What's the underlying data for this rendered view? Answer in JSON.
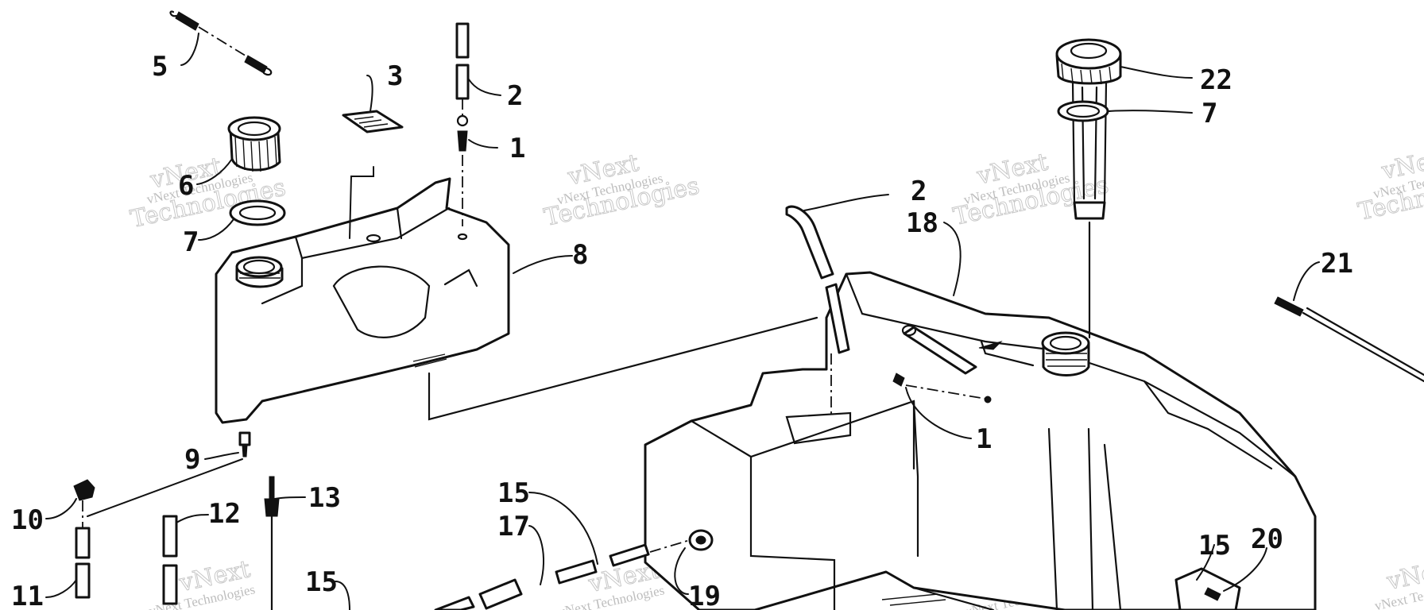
{
  "watermark": {
    "small": "vNext Technologies",
    "large_top": "vNext",
    "large_bottom": "Technologies"
  },
  "callouts": {
    "c1a": "1",
    "c1b": "1",
    "c2a": "2",
    "c2b": "2",
    "c3": "3",
    "c5": "5",
    "c6": "6",
    "c7a": "7",
    "c7b": "7",
    "c8": "8",
    "c9": "9",
    "c10": "10",
    "c11": "11",
    "c12": "12",
    "c13": "13",
    "c15a": "15",
    "c15b": "15",
    "c15c": "15",
    "c17": "17",
    "c18": "18",
    "c19": "19",
    "c20": "20",
    "c21": "21",
    "c22": "22"
  }
}
